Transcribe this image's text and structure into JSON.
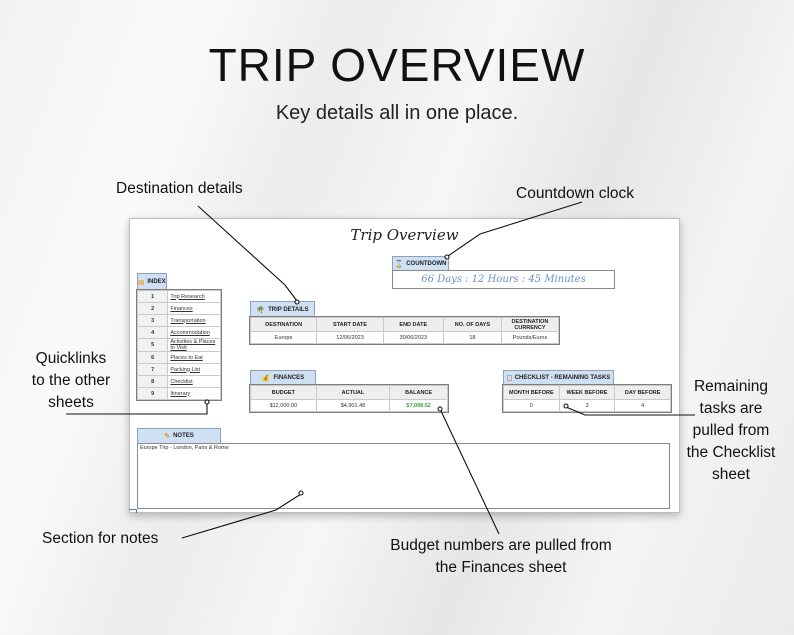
{
  "hero": {
    "title": "TRIP OVERVIEW",
    "subtitle": "Key details all in one place."
  },
  "callouts": {
    "destination": "Destination details",
    "countdown": "Countdown clock",
    "quicklinks": [
      "Quicklinks",
      "to the other",
      "sheets"
    ],
    "remaining": [
      "Remaining",
      "tasks are",
      "pulled from",
      "the Checklist",
      "sheet"
    ],
    "notes": "Section for notes",
    "budget": [
      "Budget numbers are pulled from",
      "the Finances sheet"
    ]
  },
  "sheet": {
    "title": "Trip Overview",
    "index": {
      "header": "INDEX",
      "icon": "book-icon",
      "items": [
        {
          "num": "1",
          "label": "Trip Research"
        },
        {
          "num": "2",
          "label": "Finances"
        },
        {
          "num": "3",
          "label": "Transportation"
        },
        {
          "num": "4",
          "label": "Accommodation"
        },
        {
          "num": "5",
          "label": "Activities & Places to Visit"
        },
        {
          "num": "6",
          "label": "Places to Eat"
        },
        {
          "num": "7",
          "label": "Packing List"
        },
        {
          "num": "8",
          "label": "Checklist"
        },
        {
          "num": "9",
          "label": "Itinerary"
        }
      ]
    },
    "countdown": {
      "header": "COUNTDOWN",
      "icon": "hourglass-icon",
      "value": "66 Days : 12 Hours : 45 Minutes"
    },
    "trip_details": {
      "header": "TRIP DETAILS",
      "icon": "palm-tree-icon",
      "columns": [
        "DESTINATION",
        "START DATE",
        "END DATE",
        "NO. OF DAYS",
        "DESTINATION CURRENCY"
      ],
      "row": [
        "Europe",
        "12/06/2023",
        "30/06/2023",
        "18",
        "Pounds/Euros"
      ]
    },
    "finances": {
      "header": "FINANCES",
      "icon": "money-bag-icon",
      "columns": [
        "BUDGET",
        "ACTUAL",
        "BALANCE"
      ],
      "row": [
        "$12,000.00",
        "$4,901.48",
        "$7,098.52"
      ],
      "balance_color": "#3aa33a"
    },
    "checklist": {
      "header": "CHECKLIST - REMAINING TASKS",
      "icon": "checklist-icon",
      "columns": [
        "MONTH BEFORE",
        "WEEK BEFORE",
        "DAY BEFORE"
      ],
      "row": [
        "0",
        "3",
        "4"
      ]
    },
    "notes": {
      "header": "NOTES",
      "icon": "pencil-icon",
      "value": "Europe Trip - London, Paris & Rome"
    }
  },
  "colors": {
    "tab_bg": "#cfe0f2",
    "countdown_text": "#6a8fd0",
    "balance_positive": "#3aa33a"
  }
}
